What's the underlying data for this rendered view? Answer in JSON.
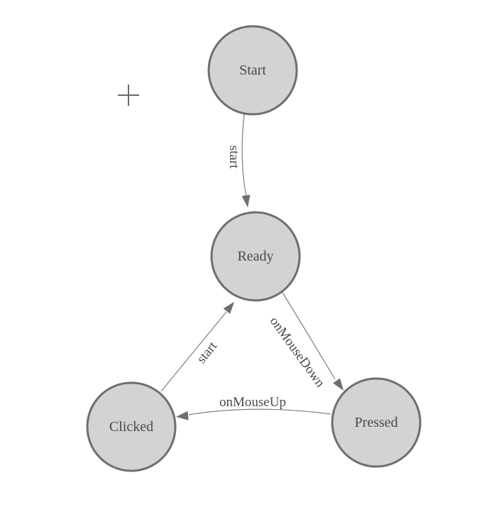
{
  "diagram": {
    "type": "state-machine",
    "nodes": [
      {
        "id": "start",
        "label": "Start"
      },
      {
        "id": "ready",
        "label": "Ready"
      },
      {
        "id": "clicked",
        "label": "Clicked"
      },
      {
        "id": "pressed",
        "label": "Pressed"
      }
    ],
    "edges": [
      {
        "from": "start",
        "to": "ready",
        "label": "start"
      },
      {
        "from": "ready",
        "to": "pressed",
        "label": "onMouseDown"
      },
      {
        "from": "pressed",
        "to": "clicked",
        "label": "onMouseUp"
      },
      {
        "from": "clicked",
        "to": "ready",
        "label": "start"
      }
    ],
    "colors": {
      "background": "#ffffff",
      "node_fill": "#d3d3d3",
      "node_border": "#6e6e6e",
      "edge_stroke": "#7f7f7f",
      "arrow_fill": "#6e6e6e",
      "label_text": "#4a4a4a",
      "crosshair": "#696969"
    }
  }
}
